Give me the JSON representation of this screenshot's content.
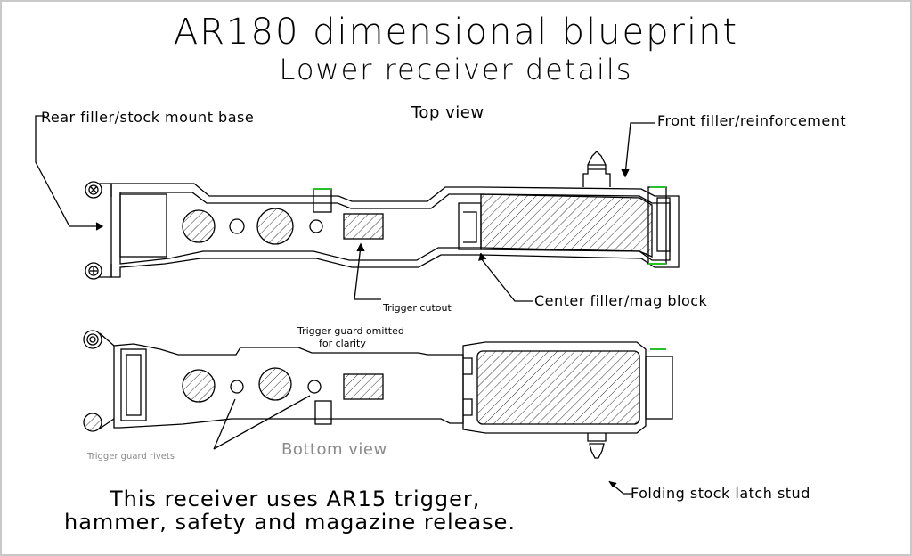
{
  "title": "AR180 dimensional blueprint",
  "subtitle": "Lower receiver details",
  "views": {
    "top": "Top view",
    "bottom": "Bottom view"
  },
  "labels": {
    "rear_filler": "Rear filler/stock mount base",
    "front_filler": "Front filler/reinforcement",
    "trigger_cutout": "Trigger cutout",
    "center_filler": "Center filler/mag block",
    "trigger_guard_omitted_1": "Trigger guard omitted",
    "trigger_guard_omitted_2": "for clarity",
    "trigger_guard_rivets": "Trigger guard rivets",
    "folding_stock_latch": "Folding stock latch stud"
  },
  "note": {
    "line1": "This receiver uses AR15 trigger,",
    "line2": "hammer, safety and magazine release."
  },
  "colors": {
    "line": "#000000",
    "accent_green": "#2bbf2b",
    "hatch": "#000000",
    "grey_text": "#8a8a8a",
    "frame": "#c8c8c8"
  }
}
